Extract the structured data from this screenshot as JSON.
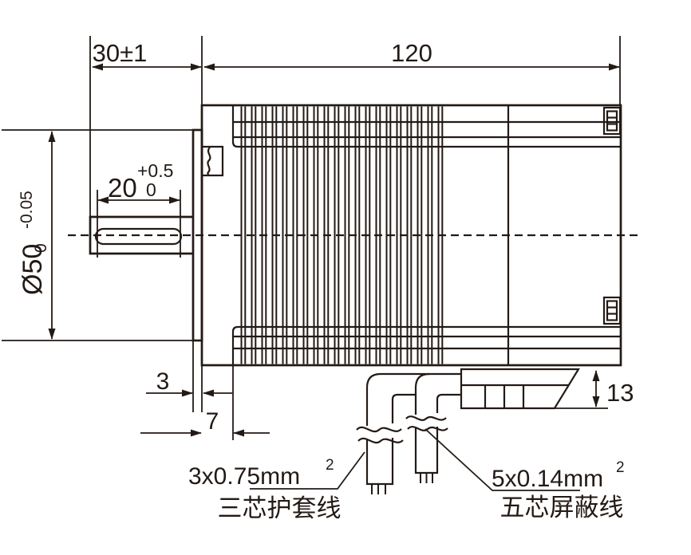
{
  "dims": {
    "shaft_length": "30±1",
    "body_length": "120",
    "keyway_length": "20",
    "keyway_tol_upper": "+0.5",
    "keyway_tol_lower": "0",
    "pilot_diameter": "Ø50",
    "pilot_tol_upper": "0",
    "pilot_tol_lower": "-0.05",
    "boss_thickness": "3",
    "flange_offset": "7",
    "connector_height": "13"
  },
  "labels": {
    "cable1_spec": "3x0.75mm",
    "cable1_sup": "2",
    "cable1_name": "三芯护套线",
    "cable2_spec": "5x0.14mm",
    "cable2_sup": "2",
    "cable2_name": "五芯屏蔽线"
  },
  "colors": {
    "line": "#231a15",
    "background": "#ffffff"
  }
}
